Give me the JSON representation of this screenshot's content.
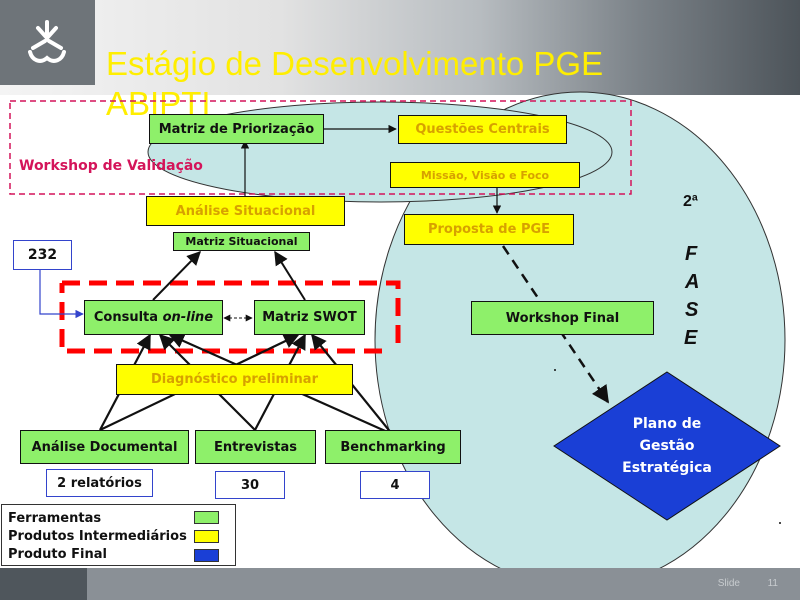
{
  "slide": {
    "title": "Estágio de Desenvolvimento PGE ABIPTI",
    "footer_label": "Slide",
    "page_number": "11"
  },
  "colors": {
    "tools": "#8ef06a",
    "intermediate": "#ffff00",
    "final": "#1a3fd6",
    "title": "#ffee00",
    "ellipse": "#c5e6e6"
  },
  "nodes": {
    "matriz_priorizacao": "Matriz de Priorização",
    "questoes_centrais": "Questões Centrais",
    "missao": "Missão, Visão e Foco",
    "analise_situacional": "Análise Situacional",
    "matriz_situacional": "Matriz Situacional",
    "proposta_pge": "Proposta de PGE",
    "consulta_prefix": "Consulta ",
    "consulta_italic": "on-line",
    "matriz_swot": "Matriz SWOT",
    "workshop_final": "Workshop Final",
    "diagnostico": "Diagnóstico preliminar",
    "analise_documental": "Análise Documental",
    "entrevistas": "Entrevistas",
    "benchmarking": "Benchmarking",
    "plano_line1": "Plano de",
    "plano_line2": "Gestão",
    "plano_line3": "Estratégica"
  },
  "labels": {
    "workshop_validacao": "Workshop de Validação",
    "fase_number": "2ª",
    "fase_letters": [
      "F",
      "A",
      "S",
      "E"
    ]
  },
  "counts": {
    "consulta": "232",
    "relatorios": "2 relatórios",
    "entrevistas": "30",
    "benchmarking": "4"
  },
  "legend": {
    "tools": "Ferramentas",
    "intermediate": "Produtos Intermediários",
    "final": "Produto Final"
  }
}
